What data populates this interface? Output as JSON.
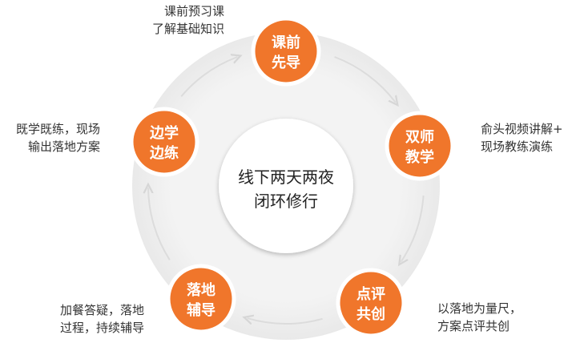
{
  "center": {
    "line1": "线下两天两夜",
    "line2": "闭环修行"
  },
  "nodes": [
    {
      "key": "top",
      "line1": "课前",
      "line2": "先导",
      "desc": [
        "课前预习课",
        "了解基础知识"
      ]
    },
    {
      "key": "right",
      "line1": "双师",
      "line2": "教学",
      "desc": [
        "俞头视频讲解+",
        "现场教练演练"
      ]
    },
    {
      "key": "bottom-right",
      "line1": "点评",
      "line2": "共创",
      "desc": [
        "以落地为量尺，",
        "方案点评共创"
      ]
    },
    {
      "key": "bottom-left",
      "line1": "落地",
      "line2": "辅导",
      "desc": [
        "加餐答疑，落地",
        "过程，持续辅导"
      ]
    },
    {
      "key": "left",
      "line1": "边学",
      "line2": "边练",
      "desc": [
        "既学既练，现场",
        "输出落地方案"
      ]
    }
  ],
  "colors": {
    "node_fill": "#F0762B",
    "node_text": "#FFFFFF",
    "ring": "#EFEFEF",
    "inner_circle": "#FFFFFF",
    "center_text": "#222222",
    "desc_text": "#333333",
    "arrow": "#DCDCDC"
  }
}
